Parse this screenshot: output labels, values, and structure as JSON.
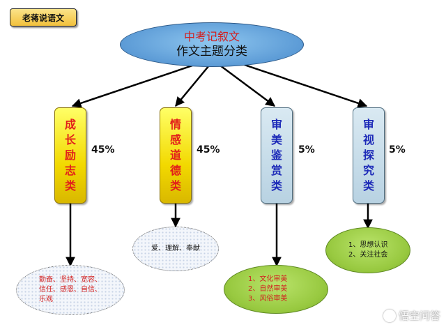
{
  "tag": "老蒋说语文",
  "root": {
    "title": "中考记叙文",
    "subtitle": "作文主题分类"
  },
  "categories": [
    {
      "chars": [
        "成",
        "长",
        "励",
        "志",
        "类"
      ],
      "percent": "45%"
    },
    {
      "chars": [
        "情",
        "感",
        "道",
        "德",
        "类"
      ],
      "percent": "45%"
    },
    {
      "chars": [
        "审",
        "美",
        "鉴",
        "赏",
        "类"
      ],
      "percent": "5%"
    },
    {
      "chars": [
        "审",
        "视",
        "探",
        "究",
        "类"
      ],
      "percent": "5%"
    }
  ],
  "leaves": {
    "growth": [
      "勤奋、坚持、宽容、",
      "信任、感恩、自信、",
      "乐观"
    ],
    "emotion": [
      "爱、理解、奉献"
    ],
    "aesthetic": [
      "1、文化审美",
      "2、自然审美",
      "3、风俗审美"
    ],
    "inquiry": [
      "1、思想认识",
      "2、关注社会"
    ]
  },
  "watermark": "悟空问答",
  "colors": {
    "red_text": "#e2201b",
    "blue_text": "#1d2ab8"
  }
}
